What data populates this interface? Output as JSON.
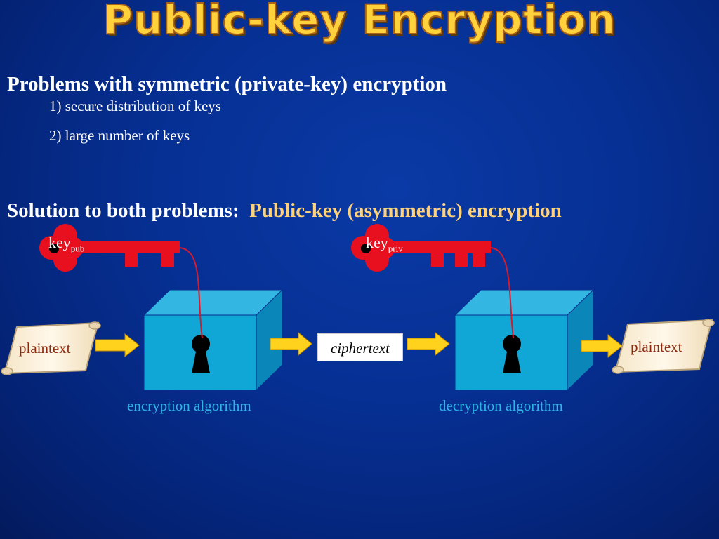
{
  "slide": {
    "title": "Public-key Encryption",
    "problems_heading": "Problems with symmetric (private-key) encryption",
    "problems": [
      "1) secure distribution of keys",
      "2) large number of keys"
    ],
    "solution_prefix": "Solution to both problems:",
    "solution_highlight": "Public-key (asymmetric) encryption"
  },
  "diagram": {
    "key_pub": {
      "base": "key",
      "sub": "pub"
    },
    "key_priv": {
      "base": "key",
      "sub": "priv"
    },
    "plaintext_in": "plaintext",
    "ciphertext": "ciphertext",
    "plaintext_out": "plaintext",
    "encryption_label": "encryption algorithm",
    "decryption_label": "decryption algorithm"
  },
  "colors": {
    "background": "#062f92",
    "title": "#ffd23c",
    "key": "#e8101f",
    "box_front": "#10a6d6",
    "box_top": "#33b7e2",
    "box_side": "#0b86b8",
    "arrow": "#ffd21e",
    "algo_label": "#2fb4e6",
    "highlight": "#ffd27a",
    "scroll_text": "#8a2b0e"
  }
}
